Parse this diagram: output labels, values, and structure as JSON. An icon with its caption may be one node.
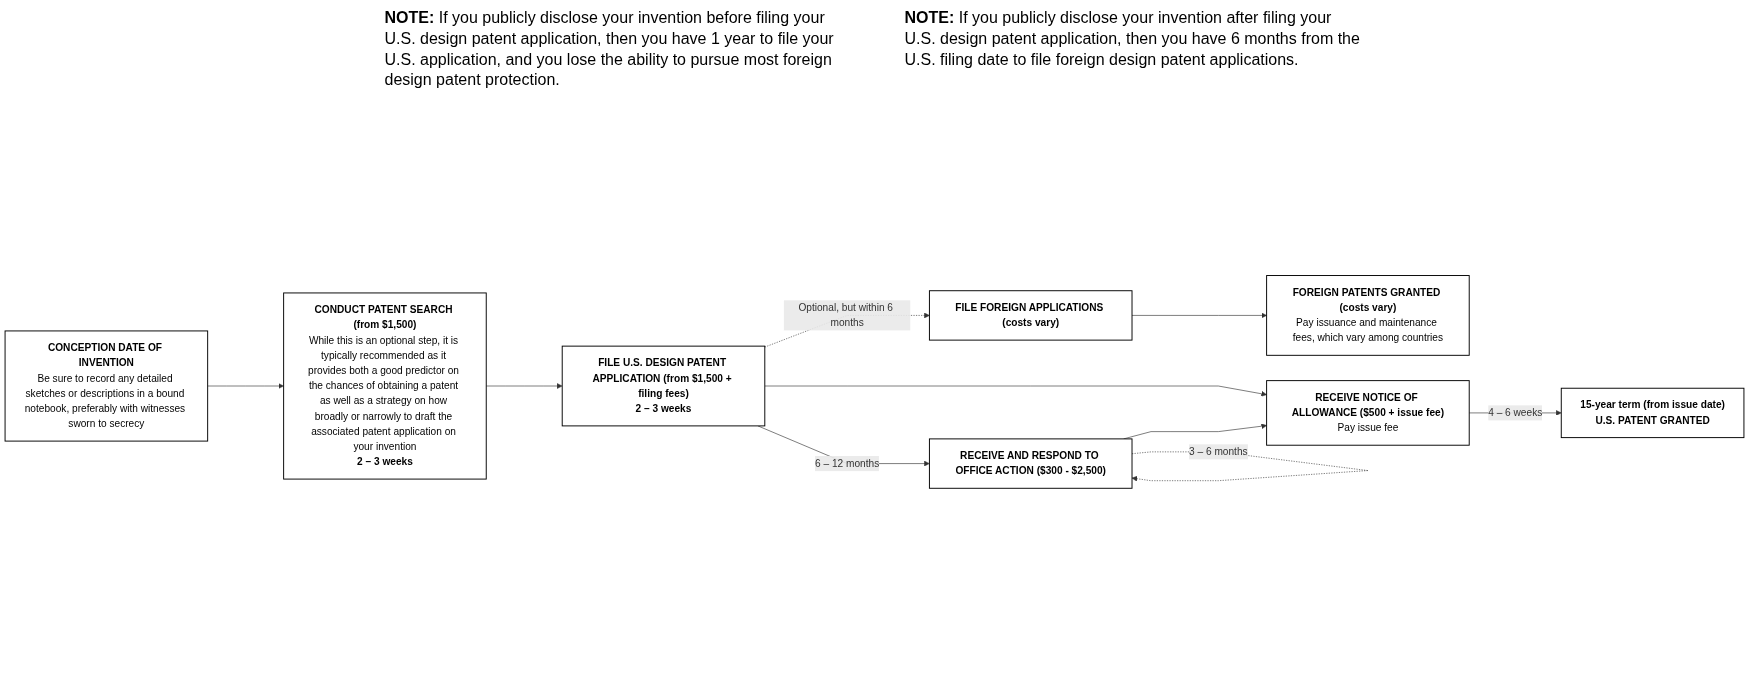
{
  "diagram": {
    "nodes": [
      {
        "text": [
          "CONCEPTION DATE OF INVENTION",
          "Be sure to record any detailed sketches or descriptions in a bound notebook, preferably with witnesses sworn to secrecy"
        ]
      },
      {
        "text": [
          "CONDUCT PATENT SEARCH (from $1,500)",
          "While this is an optional step, it is typically recommended as it provides both a good predictor on the chances of obtaining a patent as well as a strategy on how broadly or narrowly to draft the associated patent application on your invention",
          "2 – 3 weeks"
        ]
      },
      {
        "text": [
          "FILE U.S. DESIGN PATENT APPLICATION (from $1,500 + filing fees)",
          "2 – 3 weeks"
        ]
      },
      {
        "text": [
          "FILE FOREIGN APPLICATIONS (costs vary)"
        ]
      },
      {
        "text": [
          "FOREIGN PATENTS GRANTED (costs vary)",
          "Pay issuance and maintenance fees, which vary among countries"
        ]
      },
      {
        "text": [
          "RECEIVE AND RESPOND TO OFFICE ACTION ($300 - $2,500)"
        ]
      },
      {
        "text": [
          "RECEIVE NOTICE OF ALLOWANCE ($500 + issue fee)",
          "Pay issue fee"
        ]
      },
      {
        "text": [
          "15-year term (from issue date)",
          "U.S. PATENT GRANTED"
        ]
      }
    ],
    "edges": [
      {
        "from": 0,
        "to": 1,
        "arrow": "to"
      },
      {
        "from": 1,
        "to": 2,
        "arrow": "to"
      },
      {
        "from": 2,
        "to": 3,
        "arrow": "to",
        "label": "Optional, but within 6 months",
        "style": "dashed"
      },
      {
        "from": 3,
        "to": 4,
        "arrow": "to"
      },
      {
        "from": 2,
        "to": 5,
        "arrow": "to",
        "label": "6 – 12 months"
      },
      {
        "from": 2,
        "to": 6,
        "arrow": "to"
      },
      {
        "from": 5,
        "to": 5,
        "arrow": "to",
        "label": "3 – 6 months",
        "style": "dashed"
      },
      {
        "from": 5,
        "to": 6,
        "arrow": "to"
      },
      {
        "from": 6,
        "to": 7,
        "arrow": "to",
        "label": "4 – 6 weeks"
      }
    ],
    "labels": [
      "**NOTE:** If you publicly disclose your invention before filing your U.S. design patent application, then you have 1 year to file your U.S. application, and you lose the ability to pursue most foreign design patent protection.",
      "**NOTE:** If you publicly disclose your invention after filing your U.S. design patent application, then you have 6 months from the U.S. filing date to file foreign design patent applications."
    ]
  }
}
